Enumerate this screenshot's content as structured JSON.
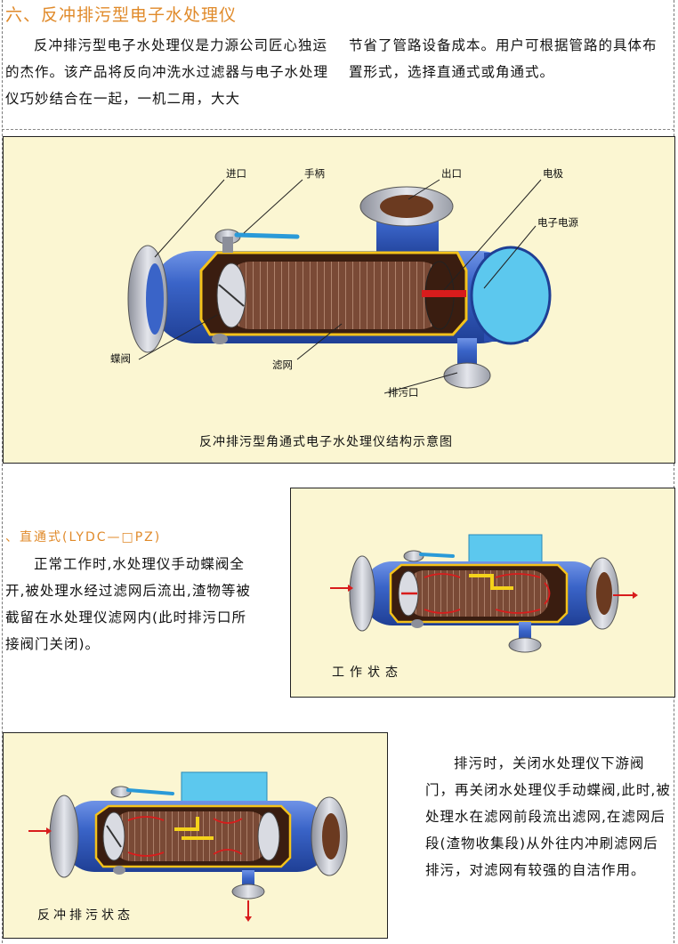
{
  "title": "六、反冲排污型电子水处理仪",
  "intro": {
    "left": "反冲排污型电子水处理仪是力源公司匠心独运的杰作。该产品将反向冲洗水过滤器与电子水处理仪巧妙结合在一起，一机二用，大大",
    "right": "节省了管路设备成本。用户可根据管路的具体布置形式，选择直通式或角通式。"
  },
  "diagram1": {
    "labels": {
      "inlet": "进口",
      "handle": "手柄",
      "outlet": "出口",
      "electrode": "电极",
      "power": "电子电源",
      "valve": "蝶阀",
      "filter": "滤网",
      "drain": "排污口"
    },
    "caption": "反冲排污型角通式电子水处理仪结构示意图"
  },
  "section2": {
    "subtitle": "、直通式(LYDC—□PZ)",
    "text": "正常工作时,水处理仪手动蝶阀全开,被处理水经过滤网后流出,渣物等被截留在水处理仪滤网内(此时排污口所接阀门关闭)。",
    "caption": "工作状态"
  },
  "section3": {
    "text": "排污时，关闭水处理仪下游阀门，再关闭水处理仪手动蝶阀,此时,被处理水在滤网前段流出滤网,在滤网后段(渣物收集段)从外往内冲刷滤网后排污，对滤网有较强的自洁作用。",
    "caption": "反冲排污状态"
  },
  "colors": {
    "title": "#e08a2a",
    "pipe_blue": "#3a64c8",
    "panel_bg": "#fbf6d2",
    "filter_brown": "#7a4a36",
    "flow_red": "#d81c1c",
    "handle_blue": "#2a9ad8",
    "power_box": "#5cc8ee"
  }
}
